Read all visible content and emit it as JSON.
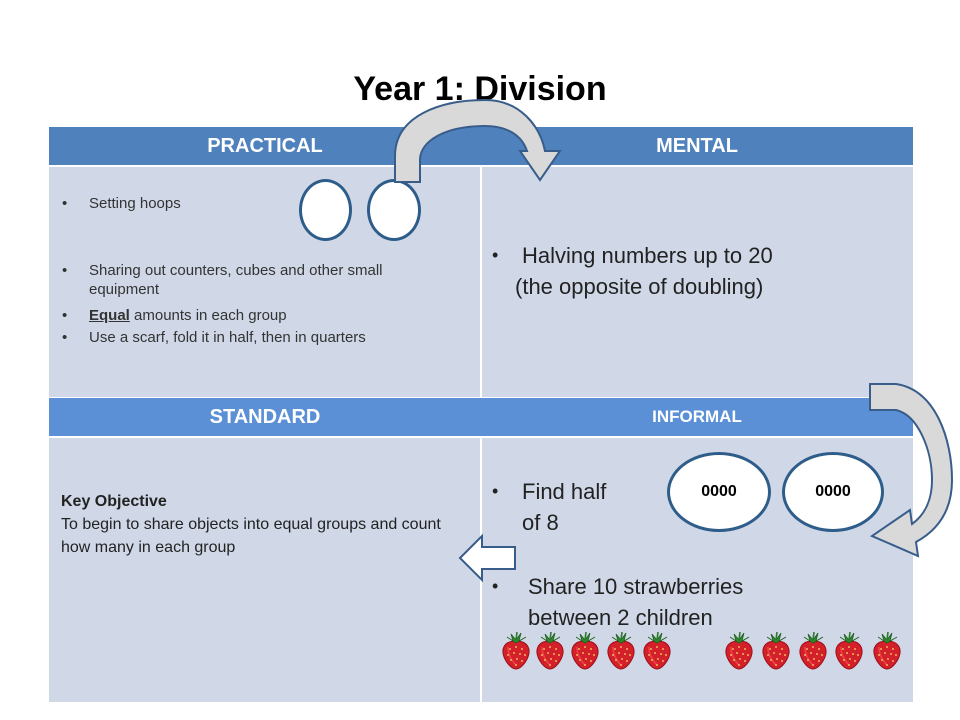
{
  "title": "Year 1: Division",
  "headers": {
    "practical": "PRACTICAL",
    "mental": "MENTAL",
    "standard": "STANDARD",
    "informal": "INFORMAL"
  },
  "practical": {
    "bullet": "•",
    "items": [
      "Setting hoops",
      "Sharing out counters, cubes and other small equipment",
      "amounts in each group",
      "Use a scarf, fold it in half, then in quarters"
    ],
    "equal_word": "Equal"
  },
  "mental": {
    "bullet": "•",
    "line1": "Halving numbers up to 20",
    "line2": "(the opposite of doubling)"
  },
  "standard": {
    "key_heading": "Key Objective",
    "key_text": "To begin to share objects into equal groups and count how many in each group"
  },
  "informal": {
    "bullet": "•",
    "find_half_1": "Find half",
    "find_half_2": "of 8",
    "hoop_left": "0000",
    "hoop_right": "0000",
    "share_1": "Share 10 strawberries",
    "share_2": "between 2 children"
  },
  "colors": {
    "header_dark": "#4f81bd",
    "header_light": "#5b8fd6",
    "cell_fill": "#d0d8e8",
    "hoop_border": "#2e5d8a"
  },
  "icons": [
    "curved-arrow-icon",
    "left-arrow-icon",
    "strawberry-icon"
  ]
}
